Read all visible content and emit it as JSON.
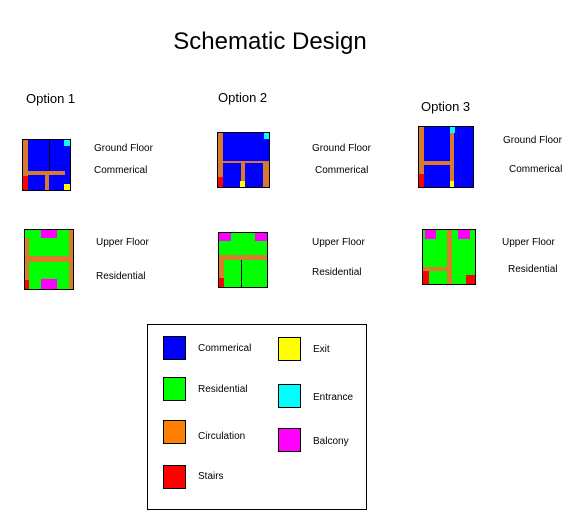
{
  "title": "Schematic Design",
  "options": [
    {
      "name": "Option 1",
      "ground_label": "Ground Floor",
      "ground_use": "Commerical",
      "upper_label": "Upper Floor",
      "upper_use": "Residential"
    },
    {
      "name": "Option 2",
      "ground_label": "Ground Floor",
      "ground_use": "Commerical",
      "upper_label": "Upper Floor",
      "upper_use": "Residential"
    },
    {
      "name": "Option 3",
      "ground_label": "Ground Floor",
      "ground_use": "Commerical",
      "upper_label": "Upper Floor",
      "upper_use": "Residential"
    }
  ],
  "legend": [
    {
      "label": "Commerical",
      "color": "#0000ff"
    },
    {
      "label": "Residential",
      "color": "#00ff00"
    },
    {
      "label": "Circulation",
      "color": "#ff8000"
    },
    {
      "label": "Stairs",
      "color": "#ff0000"
    },
    {
      "label": "Exit",
      "color": "#ffff00"
    },
    {
      "label": "Entrance",
      "color": "#00ffff"
    },
    {
      "label": "Balcony",
      "color": "#ff00ff"
    }
  ]
}
